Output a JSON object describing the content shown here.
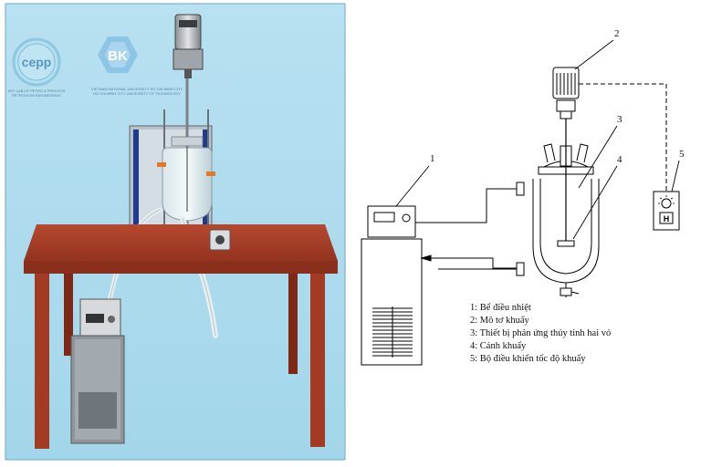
{
  "photo": {
    "logo_cepp": "cepp",
    "logo_cepp_caption_1": "KEY LAB OF PETRO & PROCESS",
    "logo_cepp_caption_2": "PETROLEUM ENGINEERING",
    "logo_bk": "BK",
    "logo_bk_caption_1": "VIETNAM NATIONAL UNIVERSITY HO CHI MINH CITY",
    "logo_bk_caption_2": "HO CHI MINH CITY UNIVERSITY OF TECHNOLOGY",
    "background_color": "#a9d9ec",
    "table_color": "#a53c26"
  },
  "diagram": {
    "labels": [
      "1",
      "2",
      "3",
      "4",
      "5"
    ],
    "legend": [
      "1: Bể điều nhiệt",
      "2: Mô tơ khuấy",
      "3: Thiết bị phản ứng thủy tinh hai vỏ",
      "4: Cánh khuấy",
      "5: Bộ điều khiển tốc độ khuấy"
    ],
    "controller_glyph": "H"
  }
}
